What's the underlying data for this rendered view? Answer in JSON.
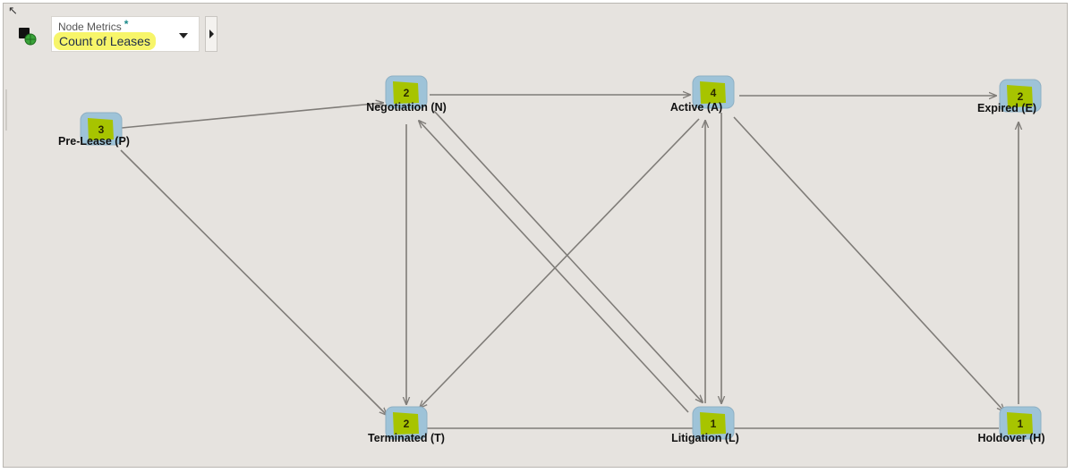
{
  "toolbar": {
    "metrics_label": "Node Metrics",
    "required_marker": "*",
    "metrics_value": "Count of Leases"
  },
  "colors": {
    "canvas": "#e6e3df",
    "node_frame": "#9ec3d8",
    "node_fill": "#a7c400",
    "edge": "#7f7c78"
  },
  "graph": {
    "nodes": [
      {
        "id": "P",
        "label": "Pre-Lease (P)",
        "count": "3"
      },
      {
        "id": "N",
        "label": "Negotiation (N)",
        "count": "2"
      },
      {
        "id": "A",
        "label": "Active (A)",
        "count": "4"
      },
      {
        "id": "E",
        "label": "Expired (E)",
        "count": "2"
      },
      {
        "id": "T",
        "label": "Terminated (T)",
        "count": "2"
      },
      {
        "id": "L",
        "label": "Litigation (L)",
        "count": "1"
      },
      {
        "id": "H",
        "label": "Holdover (H)",
        "count": "1"
      }
    ],
    "edges": [
      {
        "from": "P",
        "to": "N"
      },
      {
        "from": "P",
        "to": "T"
      },
      {
        "from": "N",
        "to": "A"
      },
      {
        "from": "N",
        "to": "T"
      },
      {
        "from": "N",
        "to": "L"
      },
      {
        "from": "L",
        "to": "N"
      },
      {
        "from": "A",
        "to": "E"
      },
      {
        "from": "A",
        "to": "T"
      },
      {
        "from": "A",
        "to": "L"
      },
      {
        "from": "L",
        "to": "A"
      },
      {
        "from": "A",
        "to": "H"
      },
      {
        "from": "L",
        "to": "T"
      },
      {
        "from": "H",
        "to": "E"
      }
    ]
  }
}
